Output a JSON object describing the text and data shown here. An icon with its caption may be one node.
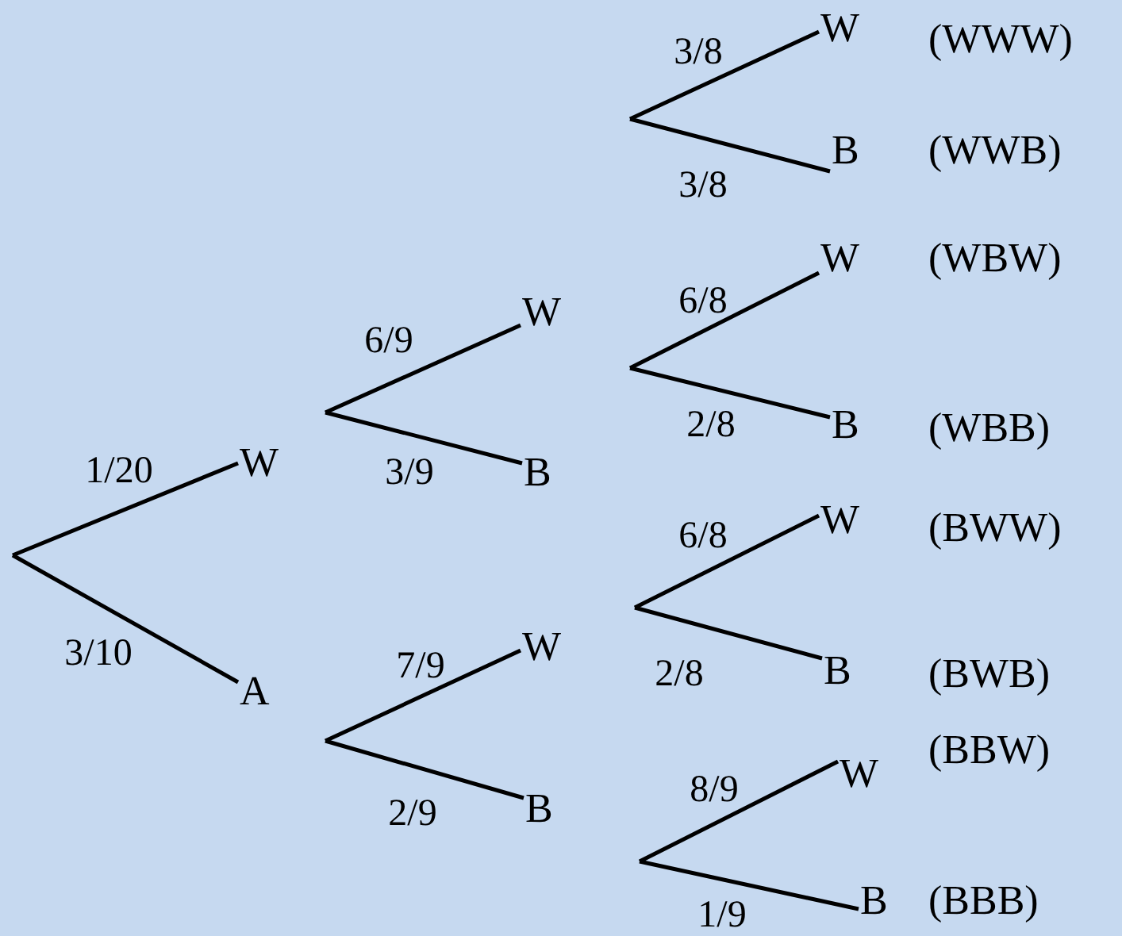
{
  "diagram": {
    "nodes": [
      {
        "text": [
          "W"
        ]
      },
      {
        "text": [
          "A"
        ]
      },
      {
        "text": [
          "W"
        ]
      },
      {
        "text": [
          "B"
        ]
      },
      {
        "text": [
          "W"
        ]
      },
      {
        "text": [
          "B"
        ]
      },
      {
        "text": [
          "W"
        ],
        "beside": [
          "(WWW)"
        ]
      },
      {
        "text": [
          "B"
        ],
        "beside": [
          "(WWB)"
        ]
      },
      {
        "text": [
          "W"
        ],
        "beside": [
          "(WBW)"
        ]
      },
      {
        "text": [
          "B"
        ],
        "beside": [
          "(WBB)"
        ]
      },
      {
        "text": [
          "W"
        ],
        "beside": [
          "(BWW)"
        ]
      },
      {
        "text": [
          "B"
        ],
        "beside": [
          "(BWB)"
        ]
      },
      {
        "text": [
          "W"
        ],
        "beside": [
          "(BBW)"
        ]
      },
      {
        "text": [
          "B"
        ],
        "beside": [
          "(BBB)"
        ]
      }
    ],
    "edges": [
      {
        "from": null,
        "to": 0,
        "arrow": "none",
        "label": "1/20"
      },
      {
        "from": null,
        "to": 1,
        "arrow": "none",
        "label": "3/10"
      },
      {
        "from": null,
        "to": 2,
        "arrow": "none",
        "label": "6/9"
      },
      {
        "from": null,
        "to": 3,
        "arrow": "none",
        "label": "3/9"
      },
      {
        "from": null,
        "to": 4,
        "arrow": "none",
        "label": "7/9"
      },
      {
        "from": null,
        "to": 5,
        "arrow": "none",
        "label": "2/9"
      },
      {
        "from": null,
        "to": 6,
        "arrow": "none",
        "label": "3/8"
      },
      {
        "from": null,
        "to": 7,
        "arrow": "none",
        "label": "3/8"
      },
      {
        "from": null,
        "to": 8,
        "arrow": "none",
        "label": "6/8"
      },
      {
        "from": null,
        "to": 9,
        "arrow": "none",
        "label": "2/8"
      },
      {
        "from": null,
        "to": 10,
        "arrow": "none",
        "label": "6/8"
      },
      {
        "from": null,
        "to": 11,
        "arrow": "none",
        "label": "2/8"
      },
      {
        "from": null,
        "to": 12,
        "arrow": "none",
        "label": "8/9"
      },
      {
        "from": null,
        "to": 13,
        "arrow": "none",
        "label": "1/9"
      }
    ]
  }
}
